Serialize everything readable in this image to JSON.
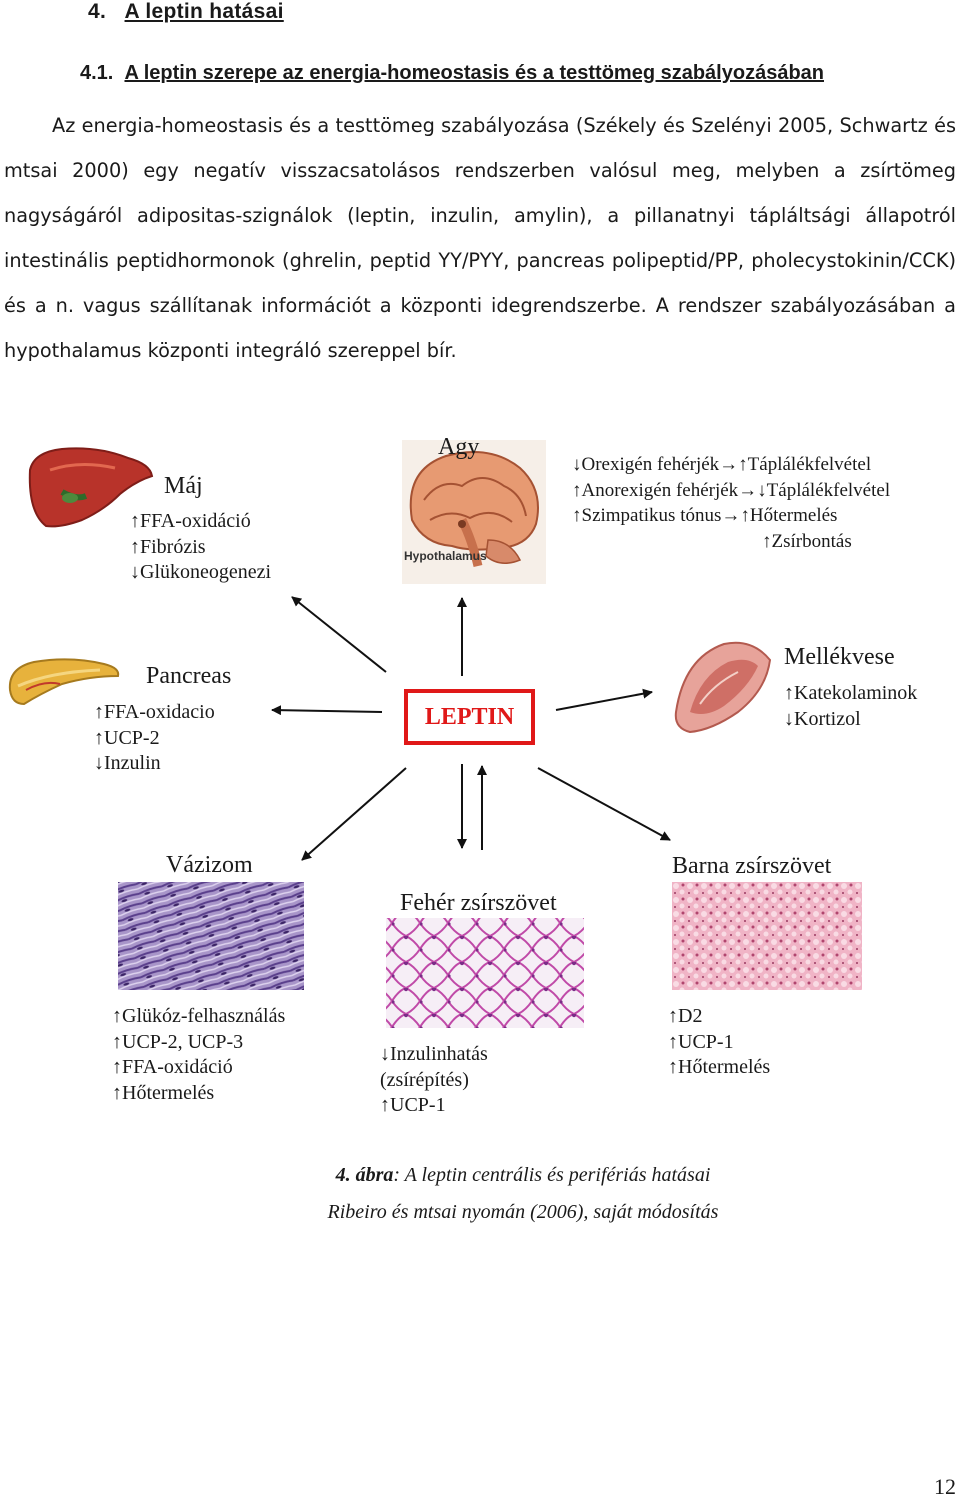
{
  "heading": {
    "number": "4.",
    "title": "A leptin hatásai"
  },
  "subheading": {
    "number": "4.1.",
    "title": "A leptin szerepe az energia-homeostasis és a testtömeg szabályozásában"
  },
  "paragraph": "Az energia-homeostasis és a testtömeg szabályozása (Székely és Szelényi 2005, Schwartz és mtsai 2000) egy negatív visszacsatolásos rendszerben valósul meg, melyben a zsírtömeg nagyságáról adipositas-szignálok (leptin, inzulin, amylin), a pillanatnyi tápláltsági állapotról intestinális peptidhormonok (ghrelin, peptid YY/PYY, pancreas polipeptid/PP, pholecystokinin/CCK) és a n. vagus szállítanak információt a központi idegrendszerbe. A rendszer szabályozásában a hypothalamus központi integráló szereppel bír.",
  "figure": {
    "center_label": "LEPTIN",
    "maj": {
      "label": "Máj",
      "effects": [
        "↑FFA-oxidáció",
        "↑Fibrózis",
        "↓Glükoneogenezi"
      ]
    },
    "agy": {
      "label": "Agy",
      "image_label": "Hypothalamus",
      "effects": [
        "↓Orexigén fehérjék→↑Táplálékfelvétel",
        "↑Anorexigén fehérjék→↓Táplálékfelvétel",
        "↑Szimpatikus tónus→↑Hőtermelés",
        "↑Zsírbontás"
      ]
    },
    "pancreas": {
      "label": "Pancreas",
      "effects": [
        "↑FFA-oxidacio",
        "↑UCP-2",
        "↓Inzulin"
      ]
    },
    "mellekvese": {
      "label": "Mellékvese",
      "effects": [
        "↑Katekolaminok",
        "↓Kortizol"
      ]
    },
    "vazizom": {
      "label": "Vázizom",
      "effects": [
        "↑Glükóz-felhasználás",
        "↑UCP-2, UCP-3",
        "↑FFA-oxidáció",
        "↑Hőtermelés"
      ]
    },
    "feher": {
      "label": "Fehér zsírszövet",
      "effects": [
        "↓Inzulinhatás",
        "(zsírépítés)",
        "↑UCP-1"
      ]
    },
    "barna": {
      "label": "Barna zsírszövet",
      "effects": [
        "↑D2",
        "↑UCP-1",
        "↑Hőtermelés"
      ]
    },
    "colors": {
      "leptin_red": "#e01818",
      "liver": "#b8332a",
      "pancreas": "#e7b23c",
      "muscle": "#8f78b8",
      "white_fat": "#c85cb4",
      "brown_fat": "#e89ab0"
    }
  },
  "caption": {
    "label": "4. ábra",
    "text": ": A leptin centrális és perifériás hatásai",
    "source": "Ribeiro és mtsai nyomán (2006), saját módosítás"
  },
  "page_number": "12"
}
